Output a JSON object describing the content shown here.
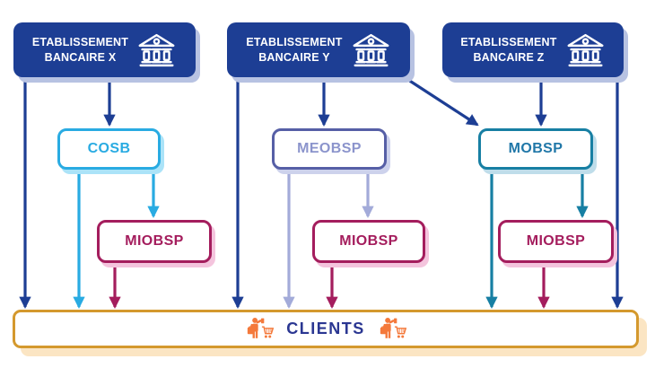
{
  "colors": {
    "navy": "#1D3E94",
    "navy_shadow": "#B7C2E2",
    "cyan": "#29ABE2",
    "cyan_shadow": "#ABE3F8",
    "peri_border": "#565FA6",
    "peri_text": "#8B94CC",
    "peri_arrow": "#A3ABD9",
    "peri_shadow": "#CDD2EC",
    "teal": "#177FA3",
    "teal_text": "#2077A8",
    "teal_shadow": "#BFDDEA",
    "crimson": "#A41D5D",
    "crimson_shadow": "#F4C4DD",
    "gold": "#D4992E",
    "gold_shadow": "#FBE5C3",
    "clients_text": "#2B3792",
    "orange": "#F4793B"
  },
  "banks": [
    {
      "line1": "ETABLISSEMENT",
      "line2": "BANCAIRE X",
      "icon": "bank-icon"
    },
    {
      "line1": "ETABLISSEMENT",
      "line2": "BANCAIRE Y",
      "icon": "bank-icon"
    },
    {
      "line1": "ETABLISSEMENT",
      "line2": "BANCAIRE Z",
      "icon": "bank-icon"
    }
  ],
  "nodes": {
    "cosb": "COSB",
    "meobsp": "MEOBSP",
    "mobsp": "MOBSP",
    "miobsp_left": "MIOBSP",
    "miobsp_middle": "MIOBSP",
    "miobsp_right": "MIOBSP"
  },
  "clients": {
    "label": "CLIENTS",
    "icon": "shopper-with-cart-icon"
  }
}
